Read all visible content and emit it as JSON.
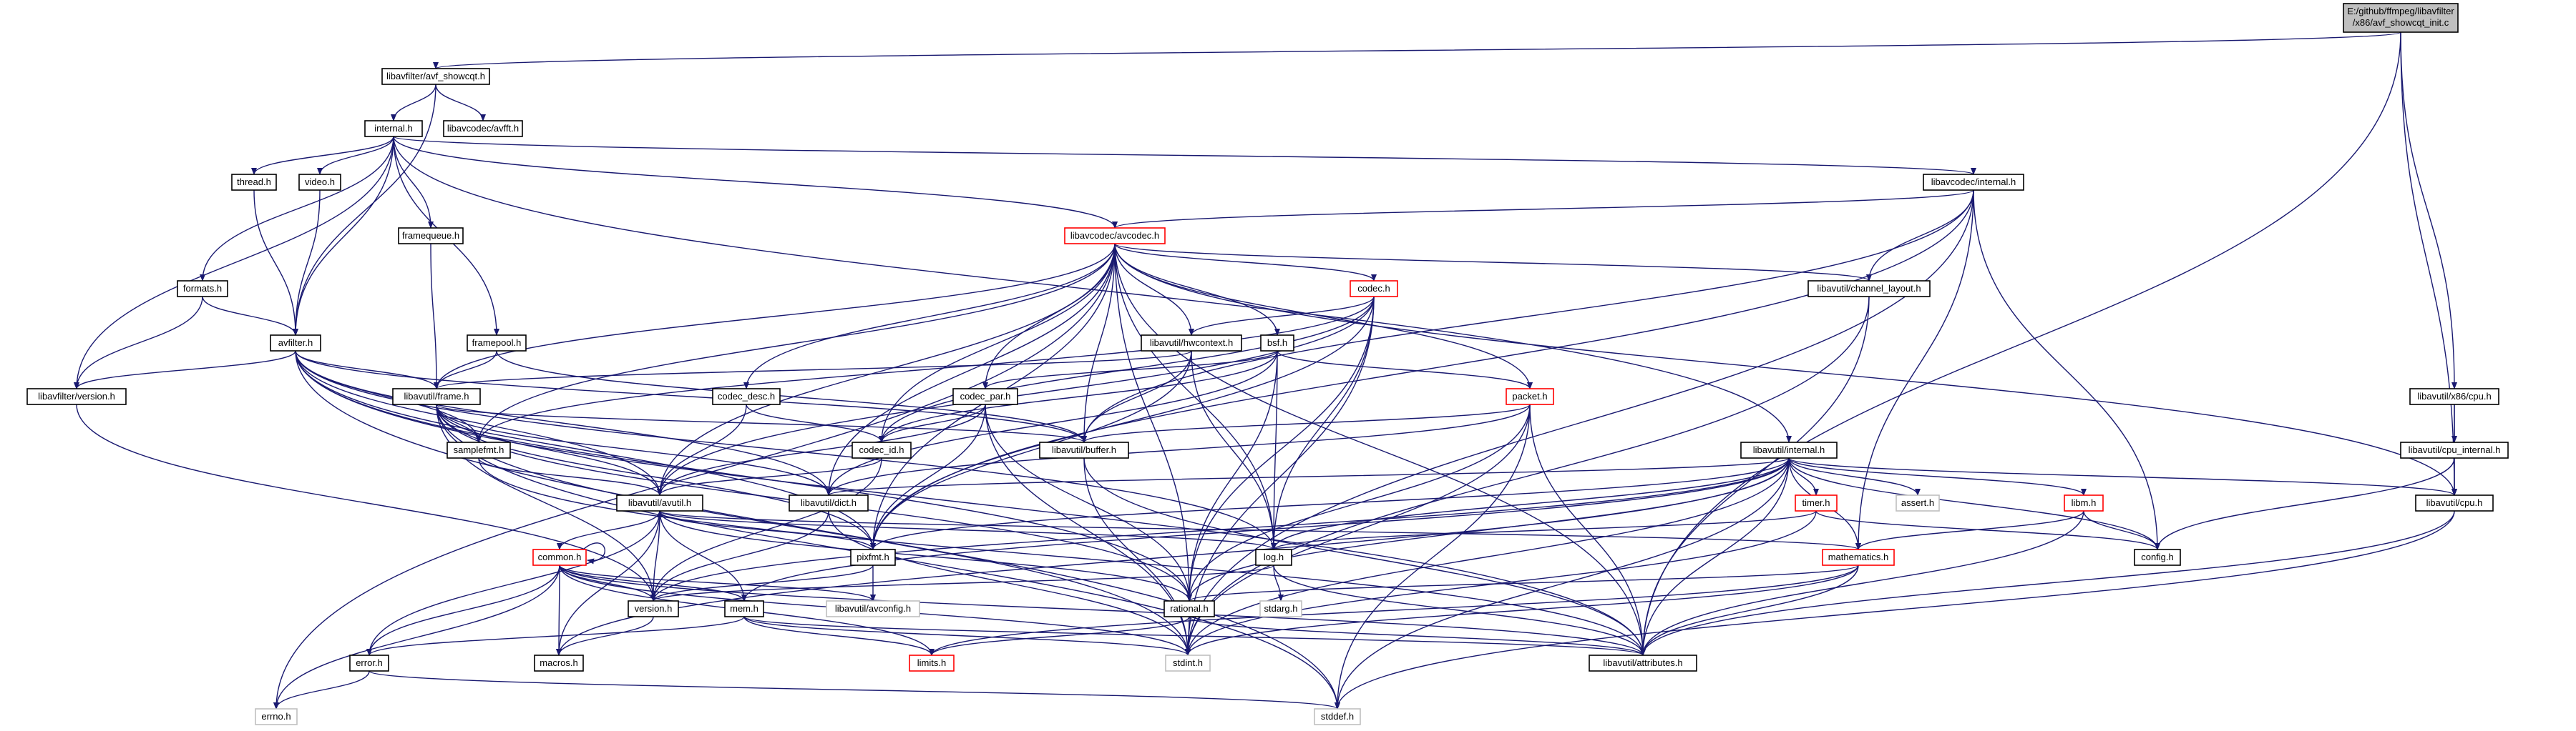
{
  "diagram": {
    "title": "",
    "edge_color": "#191970",
    "nodes": [
      {
        "id": "root",
        "label": "E:/github/ffmpeg/libavfilter\n/x86/avf_showcqt_init.c",
        "style": "root"
      },
      {
        "id": "showcqt_h",
        "label": "libavfilter/avf_showcqt.h",
        "style": "normal"
      },
      {
        "id": "avfft_h",
        "label": "libavcodec/avfft.h",
        "style": "normal"
      },
      {
        "id": "internal_h",
        "label": "internal.h",
        "style": "normal"
      },
      {
        "id": "thread_h",
        "label": "thread.h",
        "style": "normal"
      },
      {
        "id": "video_h",
        "label": "video.h",
        "style": "normal"
      },
      {
        "id": "framequeue_h",
        "label": "framequeue.h",
        "style": "normal"
      },
      {
        "id": "formats_h",
        "label": "formats.h",
        "style": "normal"
      },
      {
        "id": "avfilter_h",
        "label": "avfilter.h",
        "style": "normal"
      },
      {
        "id": "framepool_h",
        "label": "framepool.h",
        "style": "normal"
      },
      {
        "id": "lavfi_version_h",
        "label": "libavfilter/version.h",
        "style": "normal"
      },
      {
        "id": "lavc_internal_h",
        "label": "libavcodec/internal.h",
        "style": "normal"
      },
      {
        "id": "avcodec_h",
        "label": "libavcodec/avcodec.h",
        "style": "red"
      },
      {
        "id": "codec_h",
        "label": "codec.h",
        "style": "red"
      },
      {
        "id": "hwcontext_h",
        "label": "libavutil/hwcontext.h",
        "style": "normal"
      },
      {
        "id": "bsf_h",
        "label": "bsf.h",
        "style": "normal"
      },
      {
        "id": "channel_layout_h",
        "label": "libavutil/channel_layout.h",
        "style": "normal"
      },
      {
        "id": "lavu_frame_h",
        "label": "libavutil/frame.h",
        "style": "normal"
      },
      {
        "id": "codec_desc_h",
        "label": "codec_desc.h",
        "style": "normal"
      },
      {
        "id": "codec_par_h",
        "label": "codec_par.h",
        "style": "normal"
      },
      {
        "id": "packet_h",
        "label": "packet.h",
        "style": "red"
      },
      {
        "id": "samplefmt_h",
        "label": "samplefmt.h",
        "style": "normal"
      },
      {
        "id": "codec_id_h",
        "label": "codec_id.h",
        "style": "normal"
      },
      {
        "id": "buffer_h",
        "label": "libavutil/buffer.h",
        "style": "normal"
      },
      {
        "id": "lavu_internal_h",
        "label": "libavutil/internal.h",
        "style": "normal"
      },
      {
        "id": "x86_cpu_h",
        "label": "libavutil/x86/cpu.h",
        "style": "normal"
      },
      {
        "id": "cpu_internal_h",
        "label": "libavutil/cpu_internal.h",
        "style": "normal"
      },
      {
        "id": "avutil_h",
        "label": "libavutil/avutil.h",
        "style": "normal"
      },
      {
        "id": "dict_h",
        "label": "libavutil/dict.h",
        "style": "normal"
      },
      {
        "id": "timer_h",
        "label": "timer.h",
        "style": "red"
      },
      {
        "id": "assert_h",
        "label": "assert.h",
        "style": "gray"
      },
      {
        "id": "libm_h",
        "label": "libm.h",
        "style": "red"
      },
      {
        "id": "lavu_cpu_h",
        "label": "libavutil/cpu.h",
        "style": "normal"
      },
      {
        "id": "common_h",
        "label": "common.h",
        "style": "red"
      },
      {
        "id": "pixfmt_h",
        "label": "pixfmt.h",
        "style": "normal"
      },
      {
        "id": "log_h",
        "label": "log.h",
        "style": "normal"
      },
      {
        "id": "config_h",
        "label": "config.h",
        "style": "normal"
      },
      {
        "id": "mathematics_h",
        "label": "mathematics.h",
        "style": "red"
      },
      {
        "id": "version_h",
        "label": "version.h",
        "style": "normal"
      },
      {
        "id": "mem_h",
        "label": "mem.h",
        "style": "normal"
      },
      {
        "id": "avconfig_h",
        "label": "libavutil/avconfig.h",
        "style": "gray"
      },
      {
        "id": "rational_h",
        "label": "rational.h",
        "style": "normal"
      },
      {
        "id": "stdarg_h",
        "label": "stdarg.h",
        "style": "gray"
      },
      {
        "id": "error_h",
        "label": "error.h",
        "style": "normal"
      },
      {
        "id": "macros_h",
        "label": "macros.h",
        "style": "normal"
      },
      {
        "id": "limits_h",
        "label": "limits.h",
        "style": "red"
      },
      {
        "id": "stdint_h",
        "label": "stdint.h",
        "style": "gray"
      },
      {
        "id": "attributes_h",
        "label": "libavutil/attributes.h",
        "style": "normal"
      },
      {
        "id": "errno_h",
        "label": "errno.h",
        "style": "gray"
      },
      {
        "id": "stddef_h",
        "label": "stddef.h",
        "style": "gray"
      }
    ],
    "edges": [
      [
        "root",
        "showcqt_h"
      ],
      [
        "root",
        "x86_cpu_h"
      ],
      [
        "root",
        "lavu_cpu_h"
      ],
      [
        "root",
        "attributes_h"
      ],
      [
        "showcqt_h",
        "avfft_h"
      ],
      [
        "showcqt_h",
        "internal_h"
      ],
      [
        "showcqt_h",
        "avfilter_h"
      ],
      [
        "internal_h",
        "thread_h"
      ],
      [
        "internal_h",
        "video_h"
      ],
      [
        "internal_h",
        "framequeue_h"
      ],
      [
        "internal_h",
        "formats_h"
      ],
      [
        "internal_h",
        "avfilter_h"
      ],
      [
        "internal_h",
        "framepool_h"
      ],
      [
        "internal_h",
        "lavfi_version_h"
      ],
      [
        "internal_h",
        "lavc_internal_h"
      ],
      [
        "internal_h",
        "avcodec_h"
      ],
      [
        "internal_h",
        "lavu_internal_h"
      ],
      [
        "thread_h",
        "avfilter_h"
      ],
      [
        "video_h",
        "avfilter_h"
      ],
      [
        "framequeue_h",
        "lavu_frame_h"
      ],
      [
        "formats_h",
        "avfilter_h"
      ],
      [
        "formats_h",
        "lavfi_version_h"
      ],
      [
        "avfilter_h",
        "lavfi_version_h"
      ],
      [
        "avfilter_h",
        "lavu_frame_h"
      ],
      [
        "avfilter_h",
        "samplefmt_h"
      ],
      [
        "avfilter_h",
        "avutil_h"
      ],
      [
        "avfilter_h",
        "dict_h"
      ],
      [
        "avfilter_h",
        "log_h"
      ],
      [
        "avfilter_h",
        "pixfmt_h"
      ],
      [
        "avfilter_h",
        "buffer_h"
      ],
      [
        "avfilter_h",
        "rational_h"
      ],
      [
        "avfilter_h",
        "attributes_h"
      ],
      [
        "avfilter_h",
        "stddef_h"
      ],
      [
        "framepool_h",
        "lavu_frame_h"
      ],
      [
        "framepool_h",
        "buffer_h"
      ],
      [
        "lavfi_version_h",
        "version_h"
      ],
      [
        "lavc_internal_h",
        "avcodec_h"
      ],
      [
        "lavc_internal_h",
        "channel_layout_h"
      ],
      [
        "lavc_internal_h",
        "buffer_h"
      ],
      [
        "lavc_internal_h",
        "pixfmt_h"
      ],
      [
        "lavc_internal_h",
        "mathematics_h"
      ],
      [
        "lavc_internal_h",
        "config_h"
      ],
      [
        "lavc_internal_h",
        "stdint_h"
      ],
      [
        "avcodec_h",
        "codec_h"
      ],
      [
        "avcodec_h",
        "hwcontext_h"
      ],
      [
        "avcodec_h",
        "bsf_h"
      ],
      [
        "avcodec_h",
        "channel_layout_h"
      ],
      [
        "avcodec_h",
        "lavu_frame_h"
      ],
      [
        "avcodec_h",
        "codec_desc_h"
      ],
      [
        "avcodec_h",
        "codec_par_h"
      ],
      [
        "avcodec_h",
        "packet_h"
      ],
      [
        "avcodec_h",
        "samplefmt_h"
      ],
      [
        "avcodec_h",
        "codec_id_h"
      ],
      [
        "avcodec_h",
        "buffer_h"
      ],
      [
        "avcodec_h",
        "avutil_h"
      ],
      [
        "avcodec_h",
        "dict_h"
      ],
      [
        "avcodec_h",
        "log_h"
      ],
      [
        "avcodec_h",
        "pixfmt_h"
      ],
      [
        "avcodec_h",
        "rational_h"
      ],
      [
        "avcodec_h",
        "lavu_cpu_h"
      ],
      [
        "avcodec_h",
        "attributes_h"
      ],
      [
        "avcodec_h",
        "errno_h"
      ],
      [
        "codec_h",
        "hwcontext_h"
      ],
      [
        "codec_h",
        "codec_id_h"
      ],
      [
        "codec_h",
        "avutil_h"
      ],
      [
        "codec_h",
        "log_h"
      ],
      [
        "codec_h",
        "pixfmt_h"
      ],
      [
        "codec_h",
        "rational_h"
      ],
      [
        "codec_h",
        "samplefmt_h"
      ],
      [
        "codec_h",
        "stdint_h"
      ],
      [
        "hwcontext_h",
        "lavu_frame_h"
      ],
      [
        "hwcontext_h",
        "buffer_h"
      ],
      [
        "hwcontext_h",
        "pixfmt_h"
      ],
      [
        "hwcontext_h",
        "log_h"
      ],
      [
        "bsf_h",
        "codec_id_h"
      ],
      [
        "bsf_h",
        "codec_par_h"
      ],
      [
        "bsf_h",
        "packet_h"
      ],
      [
        "bsf_h",
        "dict_h"
      ],
      [
        "bsf_h",
        "log_h"
      ],
      [
        "bsf_h",
        "rational_h"
      ],
      [
        "channel_layout_h",
        "attributes_h"
      ],
      [
        "channel_layout_h",
        "stdint_h"
      ],
      [
        "lavu_frame_h",
        "samplefmt_h"
      ],
      [
        "lavu_frame_h",
        "avutil_h"
      ],
      [
        "lavu_frame_h",
        "dict_h"
      ],
      [
        "lavu_frame_h",
        "buffer_h"
      ],
      [
        "lavu_frame_h",
        "pixfmt_h"
      ],
      [
        "lavu_frame_h",
        "rational_h"
      ],
      [
        "lavu_frame_h",
        "version_h"
      ],
      [
        "lavu_frame_h",
        "stddef_h"
      ],
      [
        "lavu_frame_h",
        "stdint_h"
      ],
      [
        "codec_desc_h",
        "codec_id_h"
      ],
      [
        "codec_desc_h",
        "avutil_h"
      ],
      [
        "codec_par_h",
        "codec_id_h"
      ],
      [
        "codec_par_h",
        "avutil_h"
      ],
      [
        "codec_par_h",
        "pixfmt_h"
      ],
      [
        "codec_par_h",
        "rational_h"
      ],
      [
        "codec_par_h",
        "stdint_h"
      ],
      [
        "packet_h",
        "buffer_h"
      ],
      [
        "packet_h",
        "dict_h"
      ],
      [
        "packet_h",
        "rational_h"
      ],
      [
        "packet_h",
        "attributes_h"
      ],
      [
        "packet_h",
        "stdint_h"
      ],
      [
        "packet_h",
        "stddef_h"
      ],
      [
        "samplefmt_h",
        "avutil_h"
      ],
      [
        "samplefmt_h",
        "attributes_h"
      ],
      [
        "codec_id_h",
        "avutil_h"
      ],
      [
        "codec_id_h",
        "version_h"
      ],
      [
        "buffer_h",
        "stdint_h"
      ],
      [
        "buffer_h",
        "attributes_h"
      ],
      [
        "lavu_internal_h",
        "dict_h"
      ],
      [
        "lavu_internal_h",
        "timer_h"
      ],
      [
        "lavu_internal_h",
        "assert_h"
      ],
      [
        "lavu_internal_h",
        "libm_h"
      ],
      [
        "lavu_internal_h",
        "lavu_cpu_h"
      ],
      [
        "lavu_internal_h",
        "pixfmt_h"
      ],
      [
        "lavu_internal_h",
        "log_h"
      ],
      [
        "lavu_internal_h",
        "config_h"
      ],
      [
        "lavu_internal_h",
        "version_h"
      ],
      [
        "lavu_internal_h",
        "mem_h"
      ],
      [
        "lavu_internal_h",
        "rational_h"
      ],
      [
        "lavu_internal_h",
        "macros_h"
      ],
      [
        "lavu_internal_h",
        "stdint_h"
      ],
      [
        "lavu_internal_h",
        "attributes_h"
      ],
      [
        "lavu_internal_h",
        "mathematics_h"
      ],
      [
        "lavu_internal_h",
        "stddef_h"
      ],
      [
        "x86_cpu_h",
        "cpu_internal_h"
      ],
      [
        "x86_cpu_h",
        "lavu_cpu_h"
      ],
      [
        "cpu_internal_h",
        "lavu_cpu_h"
      ],
      [
        "cpu_internal_h",
        "config_h"
      ],
      [
        "avutil_h",
        "common_h"
      ],
      [
        "avutil_h",
        "pixfmt_h"
      ],
      [
        "avutil_h",
        "log_h"
      ],
      [
        "avutil_h",
        "version_h"
      ],
      [
        "avutil_h",
        "rational_h"
      ],
      [
        "avutil_h",
        "macros_h"
      ],
      [
        "avutil_h",
        "error_h"
      ],
      [
        "avutil_h",
        "mathematics_h"
      ],
      [
        "dict_h",
        "stdint_h"
      ],
      [
        "dict_h",
        "version_h"
      ],
      [
        "timer_h",
        "config_h"
      ],
      [
        "timer_h",
        "log_h"
      ],
      [
        "timer_h",
        "stdint_h"
      ],
      [
        "libm_h",
        "config_h"
      ],
      [
        "libm_h",
        "mathematics_h"
      ],
      [
        "libm_h",
        "attributes_h"
      ],
      [
        "lavu_cpu_h",
        "attributes_h"
      ],
      [
        "lavu_cpu_h",
        "stddef_h"
      ],
      [
        "common_h",
        "common_h"
      ],
      [
        "common_h",
        "attributes_h"
      ],
      [
        "common_h",
        "macros_h"
      ],
      [
        "common_h",
        "version_h"
      ],
      [
        "common_h",
        "avconfig_h"
      ],
      [
        "common_h",
        "mem_h"
      ],
      [
        "common_h",
        "error_h"
      ],
      [
        "common_h",
        "limits_h"
      ],
      [
        "common_h",
        "stdint_h"
      ],
      [
        "common_h",
        "errno_h"
      ],
      [
        "pixfmt_h",
        "avconfig_h"
      ],
      [
        "pixfmt_h",
        "version_h"
      ],
      [
        "log_h",
        "version_h"
      ],
      [
        "log_h",
        "stdarg_h"
      ],
      [
        "log_h",
        "attributes_h"
      ],
      [
        "mathematics_h",
        "rational_h"
      ],
      [
        "mathematics_h",
        "attributes_h"
      ],
      [
        "mathematics_h",
        "stdint_h"
      ],
      [
        "mathematics_h",
        "limits_h"
      ],
      [
        "mem_h",
        "attributes_h"
      ],
      [
        "mem_h",
        "error_h"
      ],
      [
        "mem_h",
        "avutil_h"
      ],
      [
        "mem_h",
        "limits_h"
      ],
      [
        "mem_h",
        "stdint_h"
      ],
      [
        "rational_h",
        "attributes_h"
      ],
      [
        "rational_h",
        "stdint_h"
      ],
      [
        "rational_h",
        "limits_h"
      ],
      [
        "error_h",
        "errno_h"
      ],
      [
        "error_h",
        "stddef_h"
      ],
      [
        "version_h",
        "macros_h"
      ]
    ]
  }
}
